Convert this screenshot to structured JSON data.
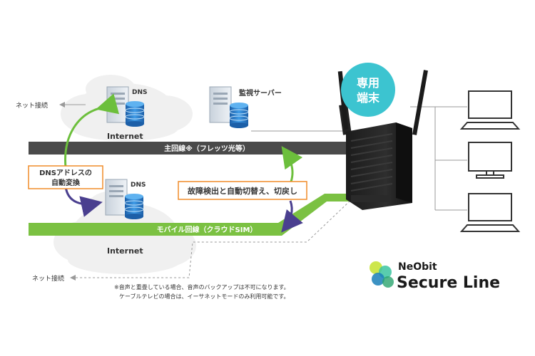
{
  "diagram": {
    "net_top": {
      "dns_label": "DNS",
      "internet_label": "Internet"
    },
    "net_bottom": {
      "dns_label": "DNS",
      "internet_label": "Internet"
    },
    "monitor_server_label": "監視サーバー",
    "net_connect_top": "ネット接続",
    "net_connect_bottom": "ネット接続",
    "main_line_label": "主回線※（フレッツ光等）",
    "mobile_line_label": "モバイル回線（クラウドSIM）",
    "dns_switch_box": {
      "line1": "DNSアドレスの",
      "line2": "自動変換"
    },
    "failover_label": "故障検出と自動切替え、切戻し",
    "device_badge": {
      "line1": "専用",
      "line2": "端末"
    },
    "footnote": {
      "line1": "※音声と重畳している場合、音声のバックアップは不可になります。",
      "line2": "ケーブルテレビの場合は、イーサネットモードのみ利用可能です。"
    },
    "brand": {
      "top": "NeObit",
      "bottom": "Secure Line"
    },
    "colors": {
      "main_line": "#4a4a4a",
      "mobile_line": "#7bc142",
      "accent_orange": "#f08c28",
      "badge_teal": "#3cc4d0",
      "arrow_purple": "#4a3f8f",
      "arrow_green": "#6cbf3c",
      "disk_blue": "#2a7fd0"
    }
  }
}
